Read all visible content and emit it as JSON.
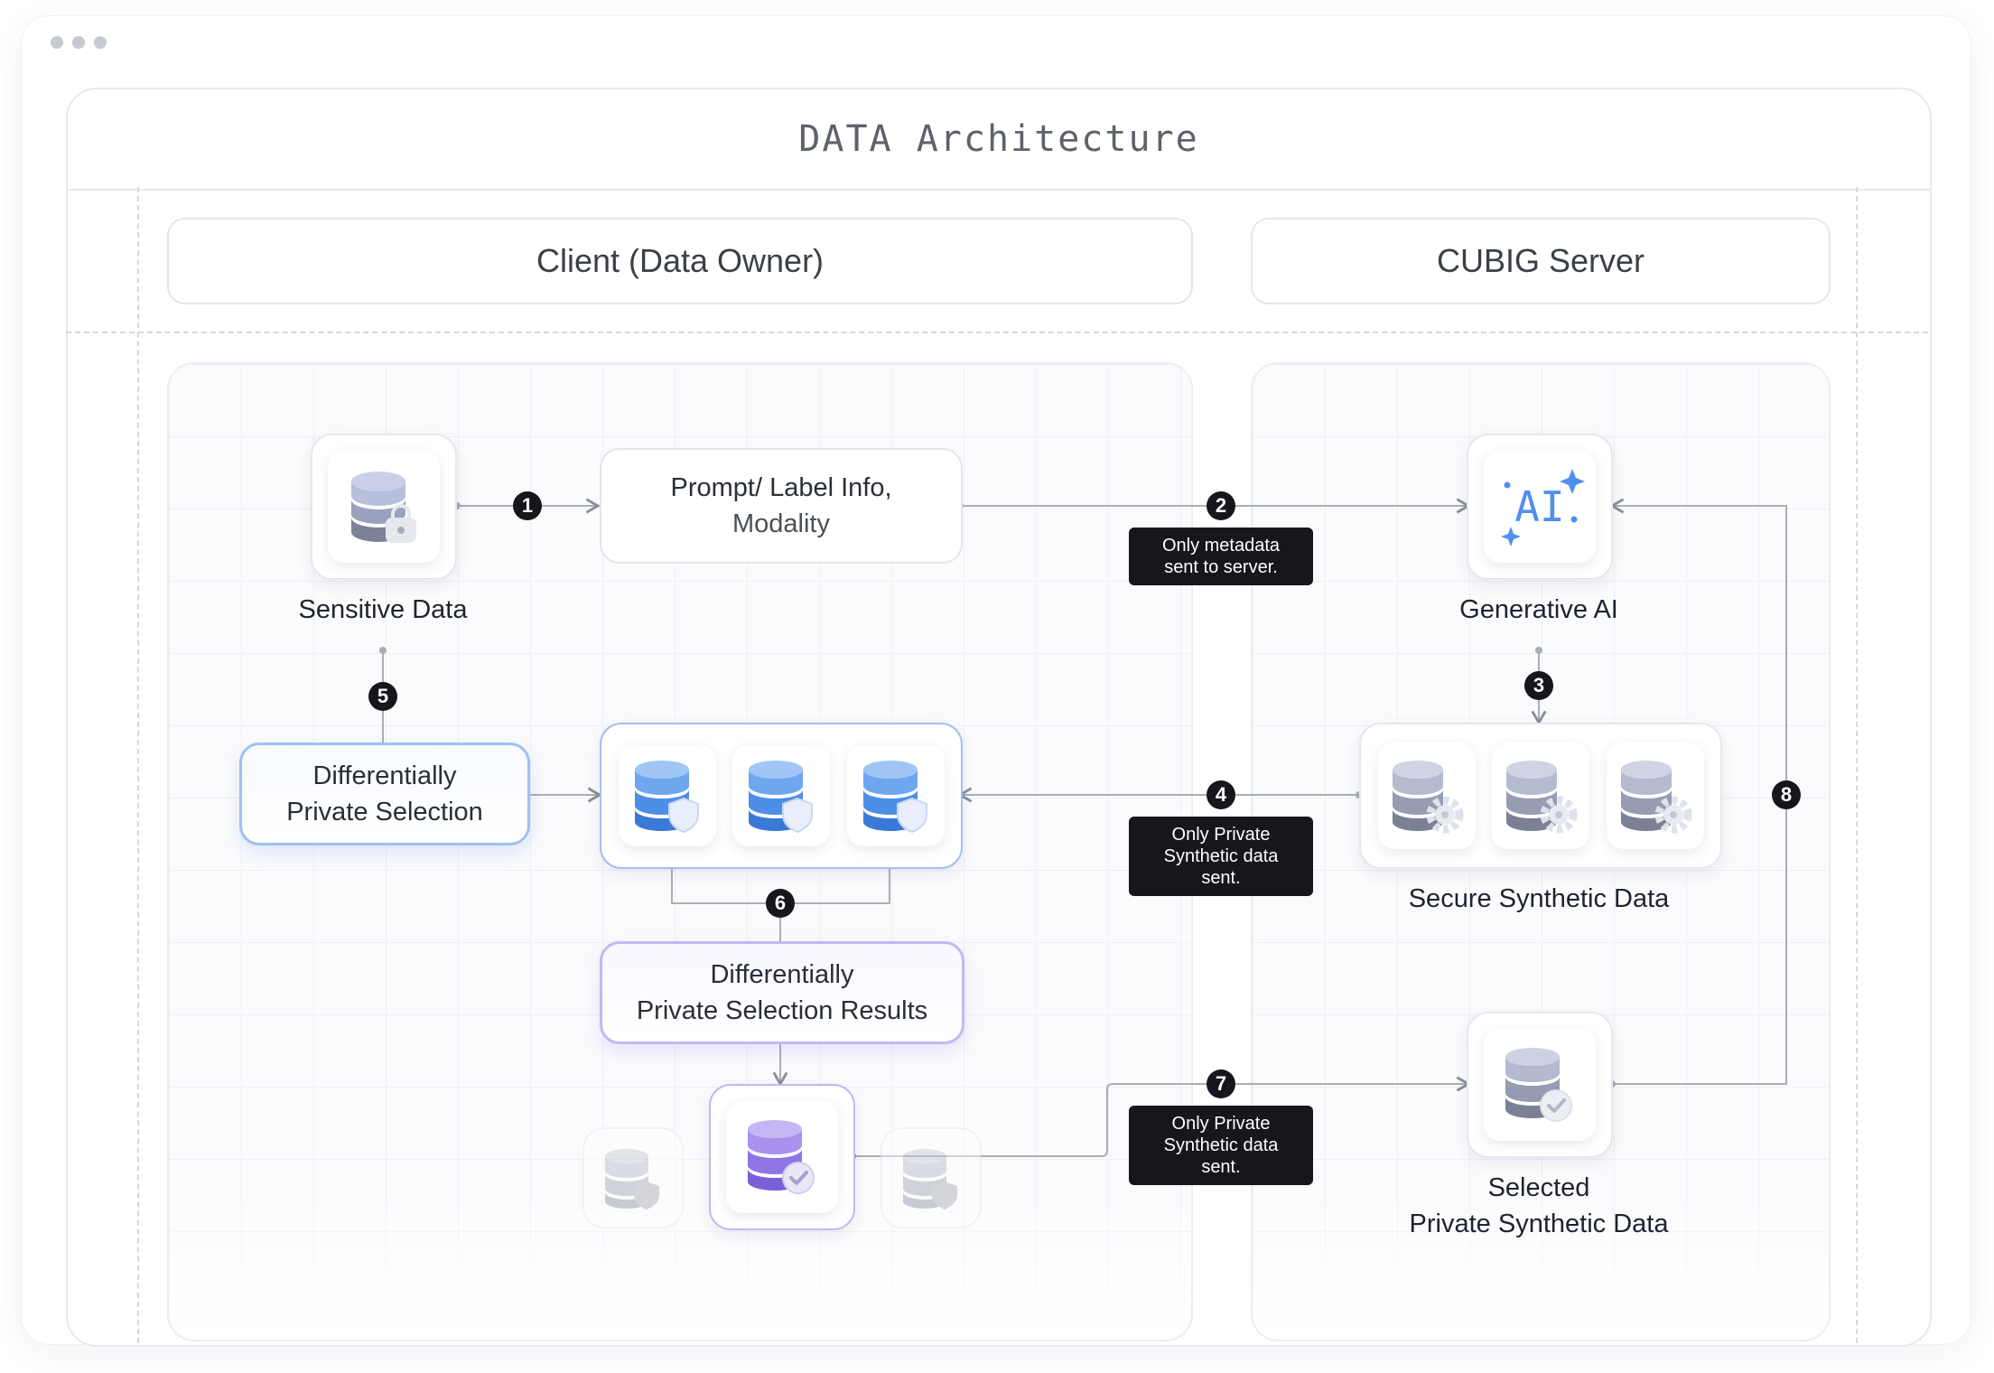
{
  "window": {
    "controls": [
      "dot",
      "dot",
      "dot"
    ]
  },
  "panel": {
    "title": "DATA Architecture"
  },
  "columns": {
    "client": "Client (Data Owner)",
    "server": "CUBIG Server"
  },
  "nodes": {
    "sensitive_data": {
      "label": "Sensitive Data",
      "icon": "locked-database-icon"
    },
    "prompt_info": {
      "line1": "Prompt/ Label Info,",
      "line2": "Modality"
    },
    "generative_ai": {
      "label": "Generative AI",
      "icon": "ai-sparkle-icon",
      "icon_text": "AI"
    },
    "dp_selection": {
      "line1": "Differentially",
      "line2": "Private Selection"
    },
    "client_synthetic": {
      "icon": "shield-database-icon"
    },
    "secure_synthetic": {
      "label": "Secure Synthetic Data",
      "icon": "gear-database-icon"
    },
    "dp_results": {
      "line1": "Differentially",
      "line2": "Private Selection Results"
    },
    "selected_output": {
      "icon": "check-database-icon"
    },
    "selected_private": {
      "line1": "Selected",
      "line2": "Private Synthetic Data",
      "icon": "check-database-icon"
    }
  },
  "notes": {
    "metadata": {
      "line1": "Only metadata",
      "line2": "sent to server."
    },
    "synthetic_a": {
      "line1": "Only Private",
      "line2": "Synthetic data",
      "line3": "sent."
    },
    "synthetic_b": {
      "line1": "Only Private",
      "line2": "Synthetic data",
      "line3": "sent."
    }
  },
  "steps": [
    "1",
    "2",
    "3",
    "4",
    "5",
    "6",
    "7",
    "8"
  ],
  "colors": {
    "blue_accent": "#9ec1f3",
    "purple_accent": "#c5b6f3",
    "note_bg": "#15171c",
    "ai_blue": "#4f8ff0"
  }
}
